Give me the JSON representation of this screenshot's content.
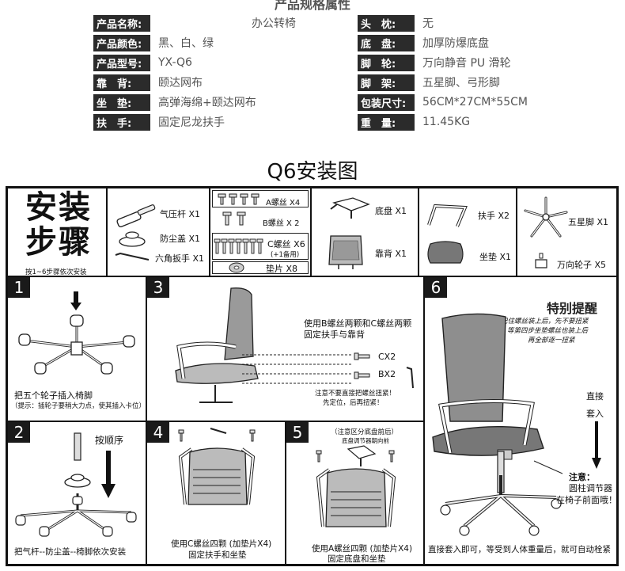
{
  "spec": {
    "heading": "产品规格属性",
    "left": [
      {
        "key": "产品名称:",
        "value": "办公转椅"
      },
      {
        "key": "产品颜色:",
        "value": "黑、白、绿"
      },
      {
        "key": "产品型号:",
        "value": "YX-Q6"
      },
      {
        "key": "靠　背:",
        "value": "颐达网布"
      },
      {
        "key": "坐　垫:",
        "value": "高弹海绵+颐达网布"
      },
      {
        "key": "扶　手:",
        "value": "固定尼龙扶手"
      }
    ],
    "right": [
      {
        "key": "头　枕:",
        "value": "无"
      },
      {
        "key": "底　盘:",
        "value": "加厚防爆底盘"
      },
      {
        "key": "脚　轮:",
        "value": "万向静音 PU 滑轮"
      },
      {
        "key": "脚　架:",
        "value": "五星脚、弓形脚"
      },
      {
        "key": "包装尺寸:",
        "value": "56CM*27CM*55CM"
      },
      {
        "key": "重　量:",
        "value": "11.45KG"
      }
    ]
  },
  "title": "Q6安装图",
  "parts": {
    "steps_title_1": "安装",
    "steps_title_2": "步骤",
    "steps_note": "按1~6步骤依次安装",
    "gas_lift": "气压杆 X1",
    "dust_cover": "防尘盖 X1",
    "hex_key": "六角扳手 X1",
    "screw_a": "A螺丝 X4",
    "screw_b": "B螺丝 X 2",
    "screw_c": "C螺丝 X6",
    "screw_c_note": "(+1备用)",
    "washer": "垫片 X8",
    "chassis": "底盘 X1",
    "backrest": "靠背 X1",
    "armrest": "扶手 X2",
    "seat": "坐垫 X1",
    "star_base": "五星脚 X1",
    "casters": "万向轮子 X5"
  },
  "steps": {
    "s1": {
      "num": "1",
      "text": "把五个轮子插入椅脚",
      "note": "（提示：插轮子要稍大力点，使其插入卡位）"
    },
    "s2": {
      "num": "2",
      "label": "按顺序",
      "text": "把气杆--防尘盖--椅脚依次安装"
    },
    "s3": {
      "num": "3",
      "text1": "使用B螺丝两颗和C螺丝两颗",
      "text2": "固定扶手与靠背",
      "cx": "CX2",
      "bx": "BX2",
      "warn1": "注意不要直接把螺丝扭紧！",
      "warn2": "先定位，后再扭紧！"
    },
    "s4": {
      "num": "4",
      "text1": "使用C螺丝四颗 (加垫片X4)",
      "text2": "固定扶手和坐垫"
    },
    "s5": {
      "num": "5",
      "head1": "（注意区分底盘前后）",
      "head2": "底盘调节器朝向前",
      "text1": "使用A螺丝四颗 (加垫片X4)",
      "text2": "固定底盘和坐垫"
    },
    "s6": {
      "num": "6",
      "title": "特别提醒",
      "r1": "记住螺丝装上后，先不要扭紧",
      "r2": "等第四步坐垫螺丝也装上后",
      "r3": "再全部逐一扭紧",
      "direct1": "直接",
      "direct2": "套入",
      "note_title": "注意：",
      "note1": "圆柱调节器",
      "note2": "在椅子前面哦！",
      "bottom": "直接套入即可，等受到人体重量后，就可自动栓紧"
    }
  }
}
